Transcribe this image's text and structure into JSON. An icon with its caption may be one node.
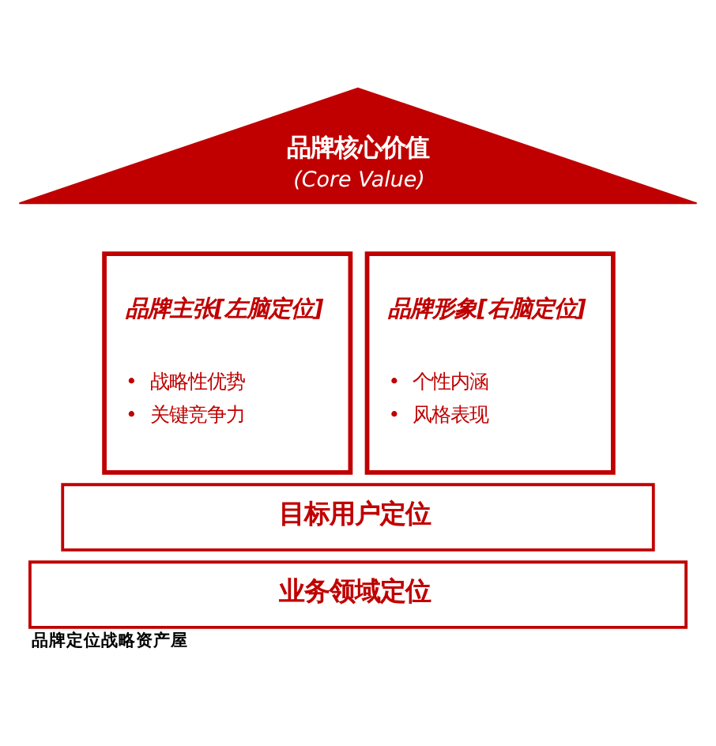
{
  "diagram": {
    "caption": "品牌定位战略资产屋",
    "nodes": [
      {
        "text": [
          "品牌核心价值",
          "(Core Value)"
        ]
      },
      {
        "text": [
          "品牌主张[左脑定位]",
          "•  战略性优势",
          "•  关键竞争力"
        ]
      },
      {
        "text": [
          "品牌形象[右脑定位]",
          "•  个性内涵",
          "•  风格表现"
        ]
      },
      {
        "text": [
          "目标用户定位"
        ]
      },
      {
        "text": [
          "业务领域定位"
        ]
      }
    ]
  }
}
